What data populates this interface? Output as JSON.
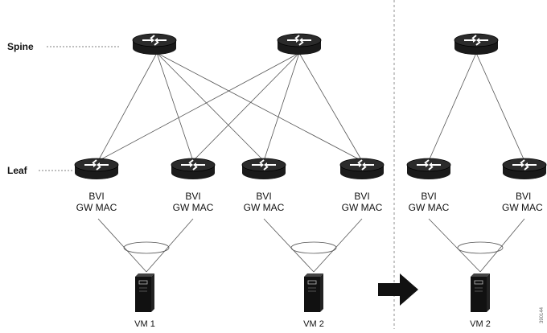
{
  "labels": {
    "spine": "Spine",
    "leaf": "Leaf"
  },
  "leaf_nodes": [
    {
      "line1": "BVI",
      "line2": "GW MAC"
    },
    {
      "line1": "BVI",
      "line2": "GW MAC"
    },
    {
      "line1": "BVI",
      "line2": "GW MAC"
    },
    {
      "line1": "BVI",
      "line2": "GW MAC"
    },
    {
      "line1": "BVI",
      "line2": "GW MAC"
    },
    {
      "line1": "BVI",
      "line2": "GW MAC"
    }
  ],
  "vms": [
    {
      "label": "VM 1"
    },
    {
      "label": "VM 2"
    },
    {
      "label": "VM 2"
    }
  ],
  "figure_id": "390144",
  "icons": {
    "router": "router-icon",
    "server": "server-icon",
    "migration": "arrow-right-icon"
  },
  "colors": {
    "line": "#555555",
    "device": "#111111",
    "arrow": "#111111"
  }
}
